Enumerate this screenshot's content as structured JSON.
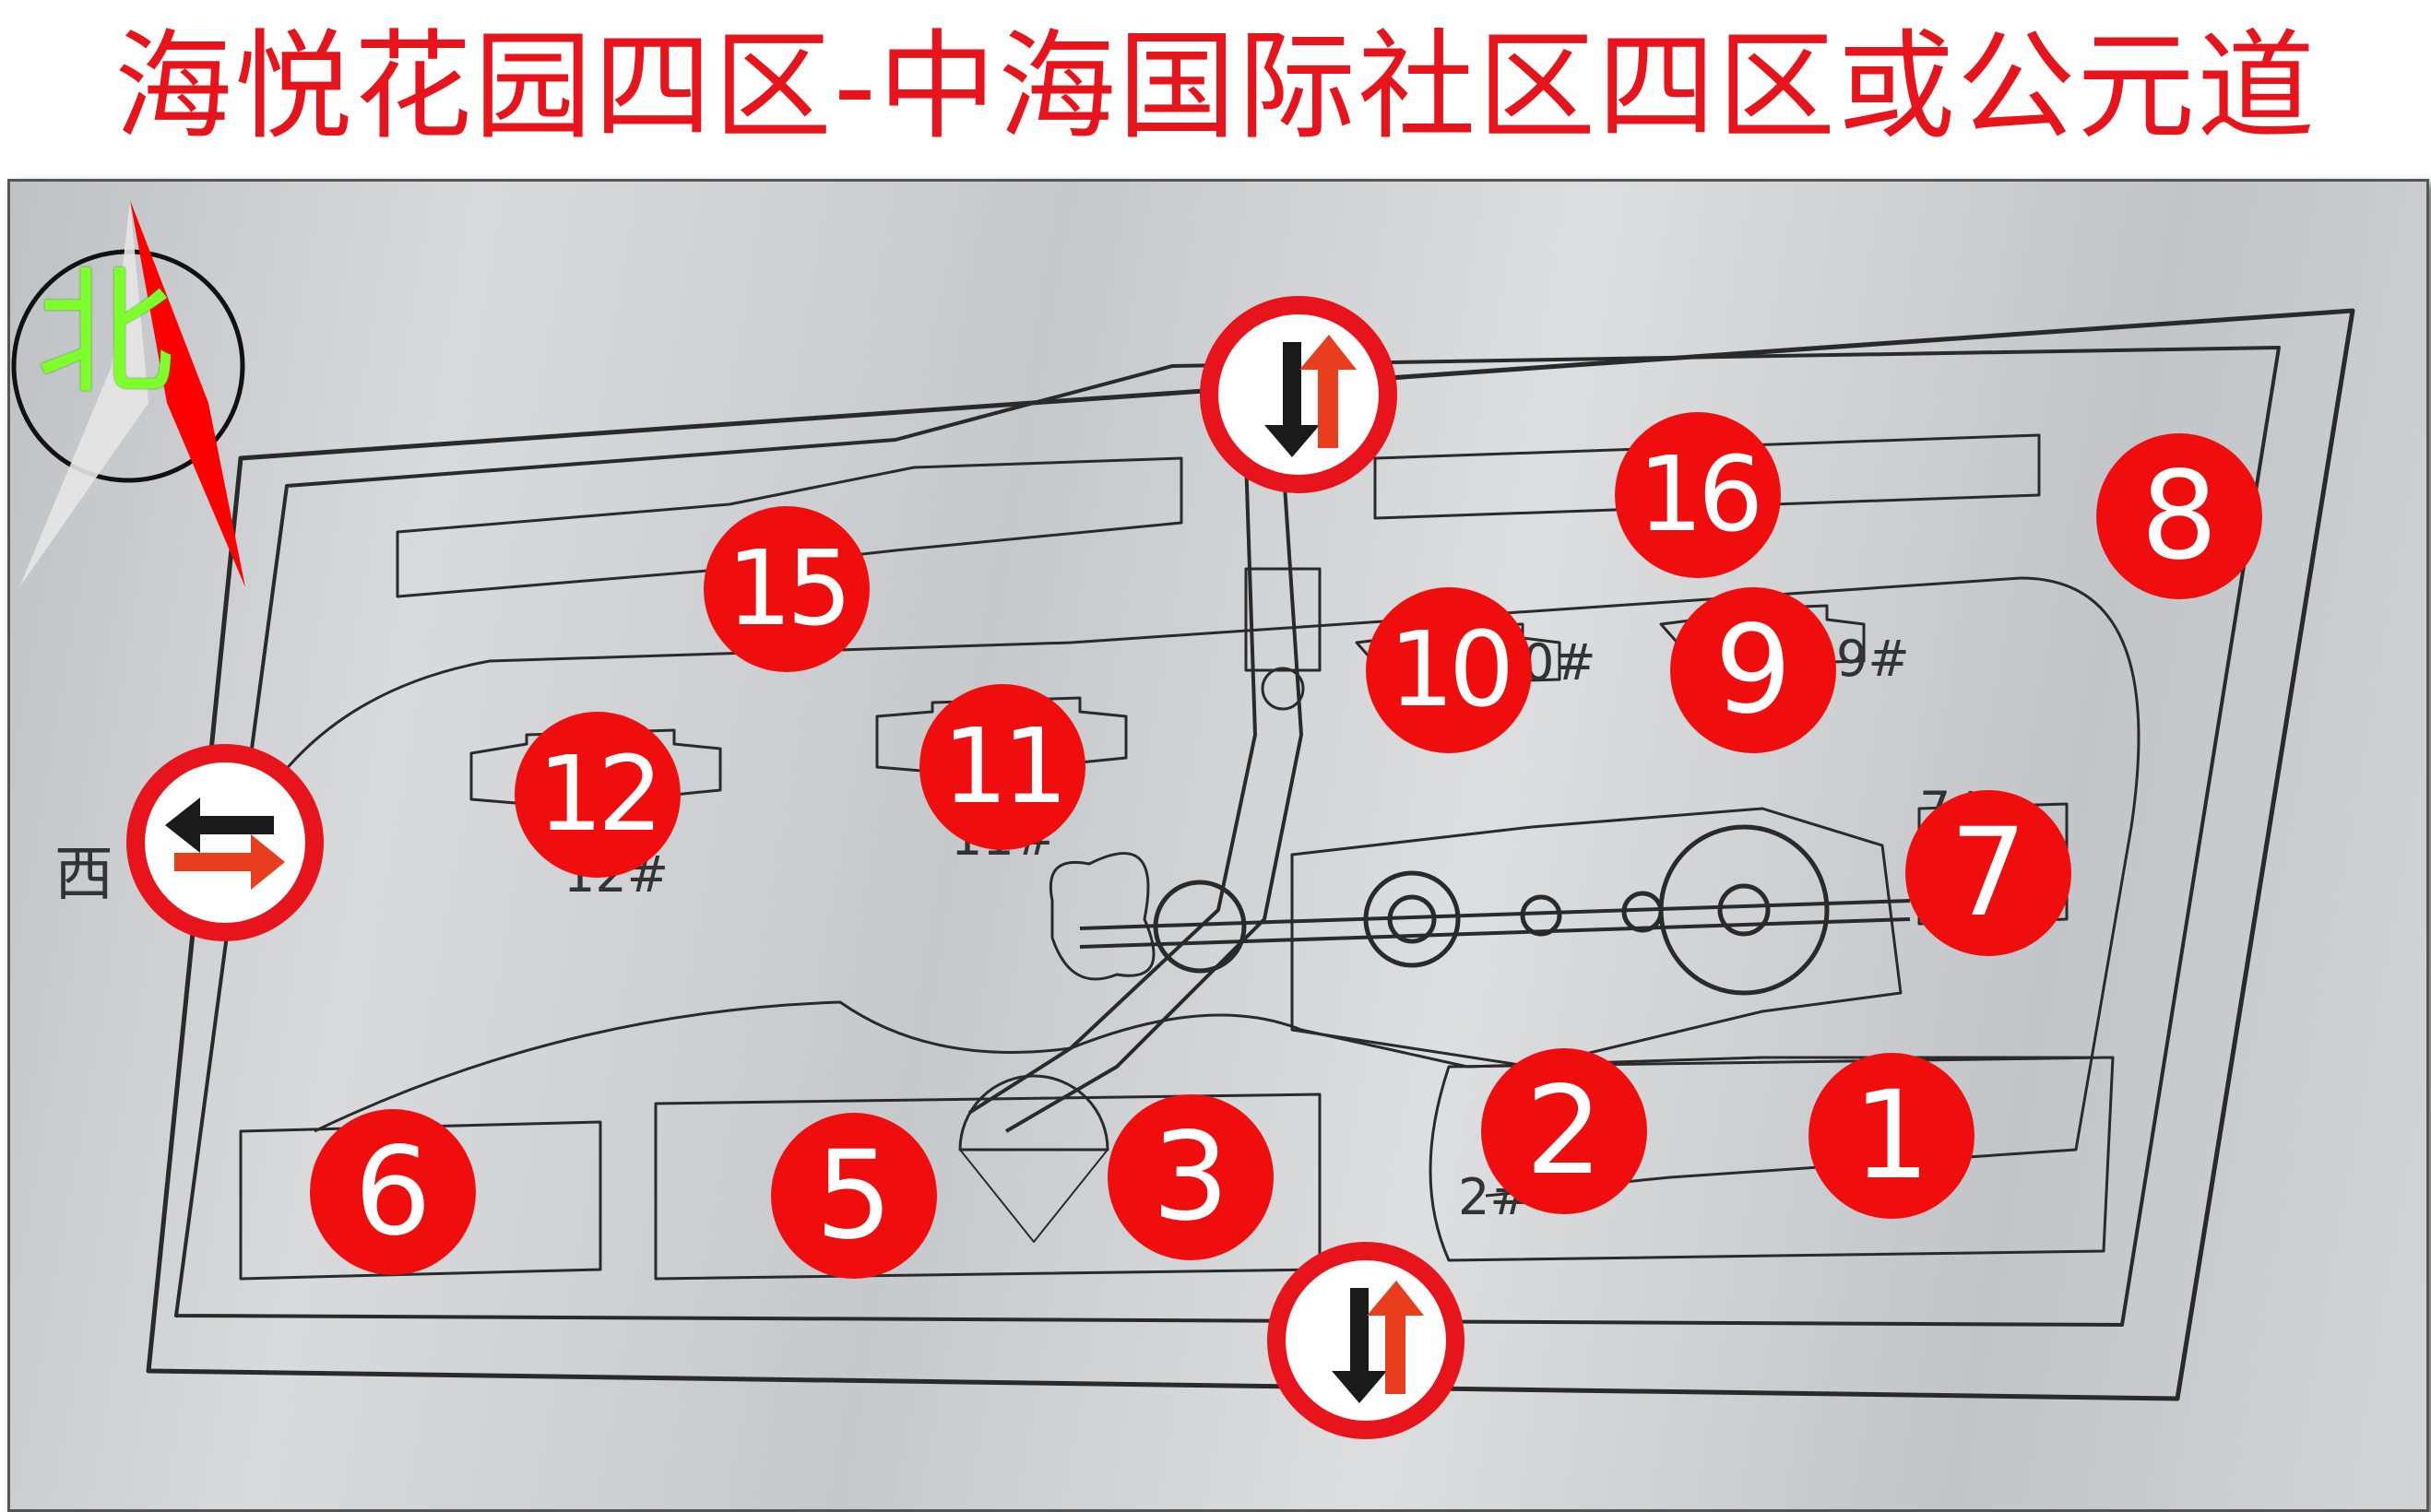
{
  "title": "海悦花园四区-中海国际社区四区或公元道",
  "compass": {
    "label": "北",
    "label_color": "#7cff2a",
    "arrow_color": "#ff0000"
  },
  "west_gate": {
    "label": "西"
  },
  "markers": [
    "1",
    "2",
    "3",
    "5",
    "6",
    "7",
    "8",
    "9",
    "10",
    "11",
    "12",
    "15",
    "16"
  ],
  "building_labels": [
    "0#",
    "9#",
    "7#",
    "11#",
    "12#",
    "2#"
  ],
  "signs": {
    "top": {
      "icon": "two-way-traffic-vertical-icon"
    },
    "bottom": {
      "icon": "two-way-traffic-vertical-icon"
    },
    "west": {
      "icon": "two-way-traffic-horizontal-icon"
    }
  },
  "colors": {
    "marker": "#f00d0d",
    "title": "#e8141b",
    "sign_ring": "#e7151b",
    "arrow_up": "#e83e1e",
    "arrow_down": "#1a1a1a"
  }
}
